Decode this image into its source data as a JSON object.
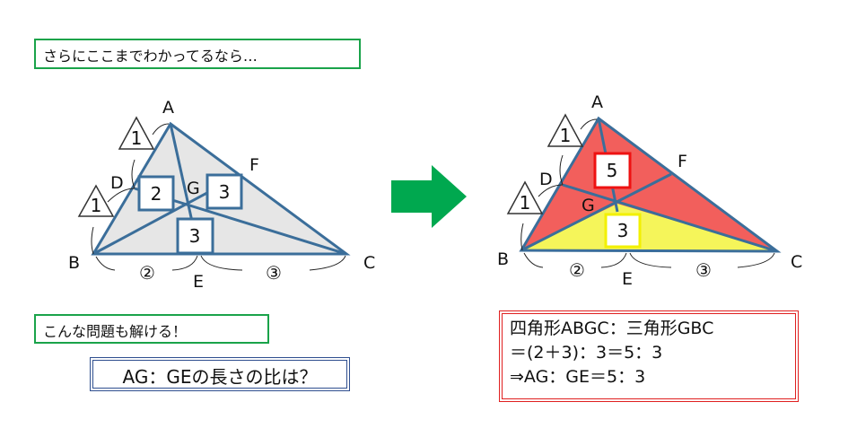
{
  "header": {
    "text": "さらにここまでわかってるなら…"
  },
  "subheader": {
    "text": "こんな問題も解ける！"
  },
  "question": {
    "text": "AG：GEの長さの比は？"
  },
  "left_figure": {
    "points": {
      "A": "A",
      "B": "B",
      "C": "C",
      "D": "D",
      "E": "E",
      "F": "F",
      "G": "G"
    },
    "ratio_AD": "1",
    "ratio_DB": "1",
    "ratio_BE": "②",
    "ratio_EC": "③",
    "area_ADC_box": "2",
    "area_AFB_box": "3",
    "area_BGC_box": "3"
  },
  "right_figure": {
    "points": {
      "A": "A",
      "B": "B",
      "C": "C",
      "D": "D",
      "E": "E",
      "F": "F",
      "G": "G"
    },
    "ratio_AD": "1",
    "ratio_DB": "1",
    "ratio_BE": "②",
    "ratio_EC": "③",
    "area_ABGC": "5",
    "area_GBC": "3",
    "colors": {
      "quad": "#f25f5c",
      "tri": "#f5f55a",
      "line": "#3b6e9a"
    }
  },
  "answer": {
    "line1": "四角形ABGC：三角形GBC",
    "line2": "＝(2＋3)：3＝5：3",
    "line3": "⇒AG：GE＝5：3"
  },
  "colors": {
    "arrow": "#00a84f",
    "tri_fill": "#e6e6e6",
    "line": "#3b6e9a"
  }
}
